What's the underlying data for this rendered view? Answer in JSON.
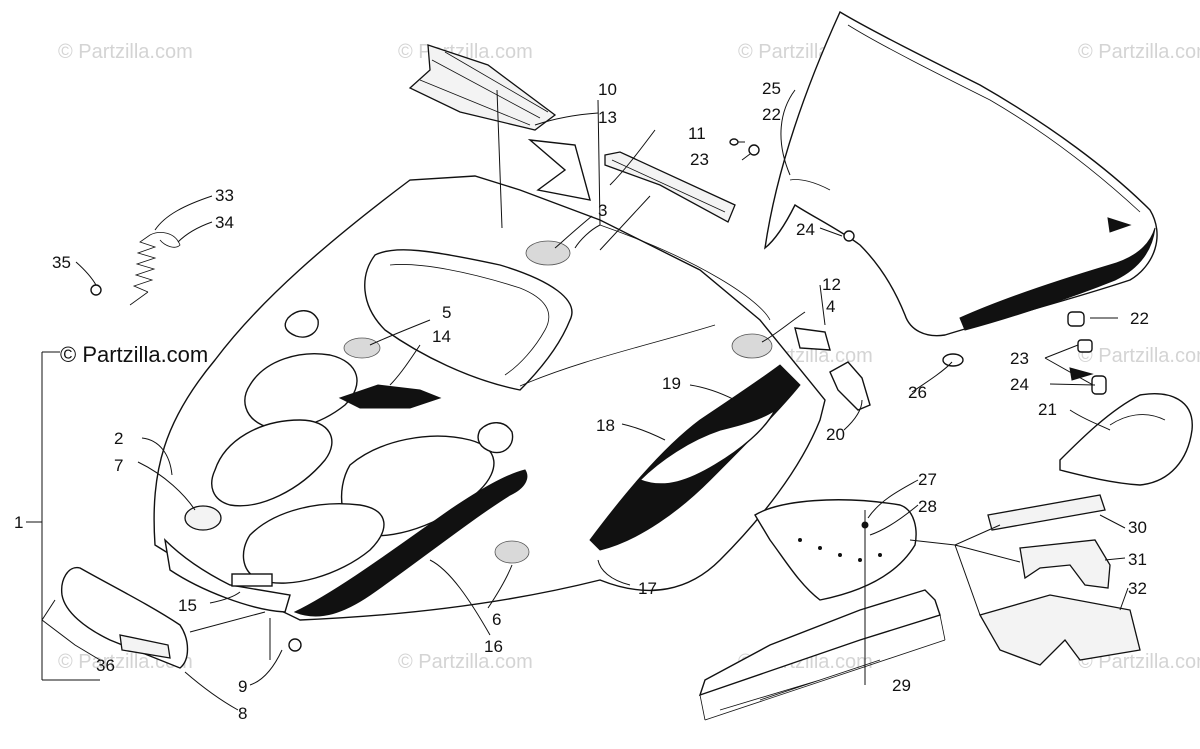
{
  "watermark": {
    "text": "© Partzilla.com",
    "dark_text": "© Partzilla.com"
  },
  "callouts": [
    "1",
    "2",
    "3",
    "4",
    "5",
    "6",
    "7",
    "8",
    "9",
    "10",
    "11",
    "12",
    "13",
    "14",
    "15",
    "16",
    "17",
    "18",
    "19",
    "20",
    "21",
    "22",
    "22",
    "23",
    "23",
    "24",
    "24",
    "25",
    "26",
    "27",
    "28",
    "29",
    "30",
    "31",
    "32",
    "33",
    "34",
    "35",
    "36"
  ],
  "colors": {
    "line": "#111111",
    "watermark": "#d4d4d4",
    "background": "#ffffff"
  }
}
